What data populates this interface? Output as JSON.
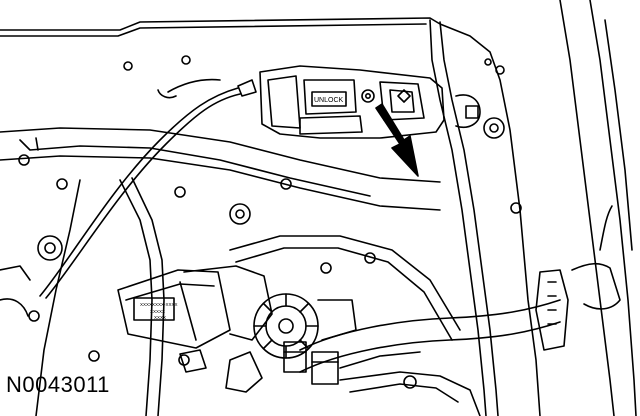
{
  "figure": {
    "code": "N0043011",
    "module_label": "UNLOCK",
    "motor_label_lines": [
      "XXXXXXXX-XXXX",
      "XXXXX",
      "XXXX"
    ]
  },
  "colors": {
    "ink": "#000000",
    "paper": "#ffffff"
  }
}
